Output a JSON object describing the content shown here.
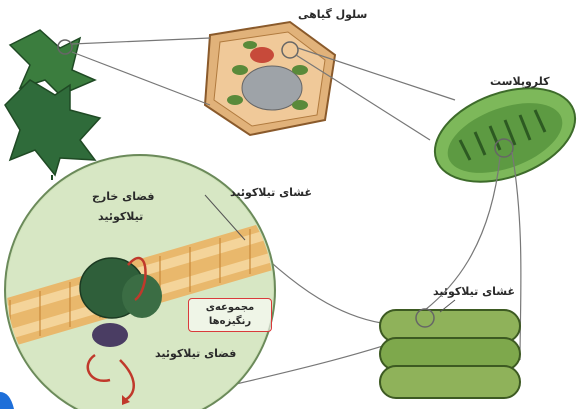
{
  "labels": {
    "plant_cell": "سلول گیاهی",
    "chloroplast": "کلروپلاست",
    "thylakoid_membrane_top": "غشای تیلاکوئید",
    "thylakoid_membrane_right": "غشای تیلاکوئید",
    "outside_thylakoid_line1": "فضای خارج",
    "outside_thylakoid_line2": "تیلاکوئید",
    "pigment_complex_line1": "مجموعه‌ی",
    "pigment_complex_line2": "رنگیزه‌ها",
    "thylakoid_space": "فضای تیلاکوئید"
  },
  "colors": {
    "leaf": "#2f6b3a",
    "cell_wall": "#d9a86a",
    "chloroplast": "#6aa84f",
    "membrane": "#e3a14a",
    "protein": "#2f5f3a",
    "highlight_box": "#d93a3a",
    "arrow": "#c0392b"
  }
}
